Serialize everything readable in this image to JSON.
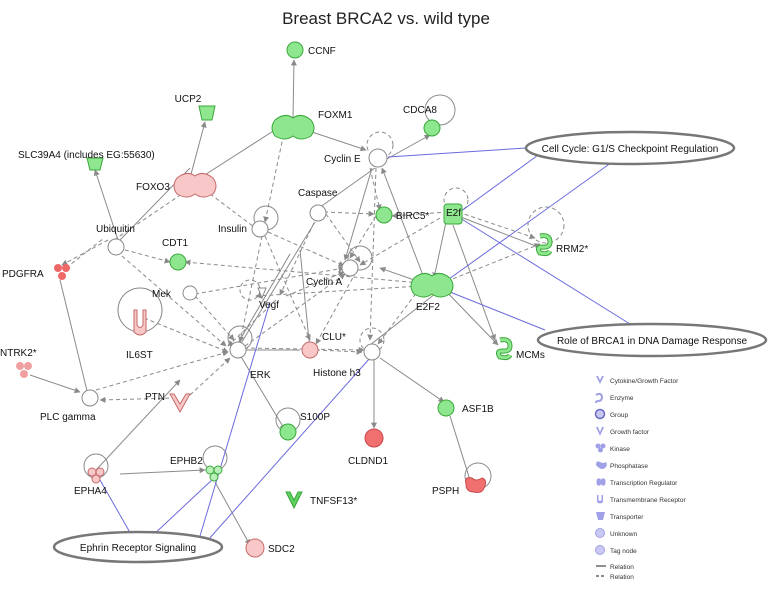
{
  "title": "Breast BRCA2 vs. wild type",
  "colors": {
    "up": "#f0a0a0",
    "up_stroke": "#c86a6a",
    "up_strong": "#f06868",
    "down": "#8ee68e",
    "down_stroke": "#3aa83a",
    "neutral": "#ffffff",
    "neutral_stroke": "#888888",
    "edge": "#8a8a8a",
    "pathway_edge": "#6a6ae0",
    "legend_icon": "#a0a0e8"
  },
  "nodes": {
    "ccnf": "CCNF",
    "foxm1": "FOXM1",
    "ucp2": "UCP2",
    "cdca8": "CDCA8",
    "slc39a4": "SLC39A4 (includes EG:55630)",
    "cycline": "Cyclin E",
    "foxo3": "FOXO3",
    "caspase": "Caspase",
    "birc5": "BIRC5*",
    "e2f": "E2f",
    "ubiquitin": "Ubiquitin",
    "insulin": "Insulin",
    "cdt1": "CDT1",
    "rrm2": "RRM2*",
    "pdgfra": "PDGFRA",
    "cyclina": "Cyclin A",
    "mek": "Mek",
    "vegf": "Vegf",
    "e2f2": "E2F2",
    "il6st": "IL6ST",
    "clu": "CLU*",
    "ntrk2": "NTRK2*",
    "erk": "ERK",
    "histoneh3": "Histone h3",
    "mcm": "MCMs",
    "ptn": "PTN",
    "plcgamma": "PLC gamma",
    "s100p": "S100P",
    "asf1b": "ASF1B",
    "cldnd1": "CLDND1",
    "epha4": "EPHA4",
    "ephb2": "EPHB2",
    "psph": "PSPH",
    "tnfsf13": "TNFSF13*",
    "sdc2": "SDC2"
  },
  "pathways": {
    "cellcycle": "Cell Cycle: G1/S Checkpoint Regulation",
    "brca1": "Role of BRCA1 in DNA Damage Response",
    "ephrin": "Ephrin Receptor Signaling"
  },
  "legend": [
    {
      "icon": "cytokine-icon",
      "label": "Cytokine/Growth Factor"
    },
    {
      "icon": "enzyme-icon",
      "label": "Enzyme"
    },
    {
      "icon": "group-icon",
      "label": "Group"
    },
    {
      "icon": "growth-factor-icon",
      "label": "Growth factor"
    },
    {
      "icon": "kinase-icon",
      "label": "Kinase"
    },
    {
      "icon": "phosphatase-icon",
      "label": "Phosphatase"
    },
    {
      "icon": "transcription-regulator-icon",
      "label": "Transcription Regulator"
    },
    {
      "icon": "transmembrane-receptor-icon",
      "label": "Transmembrane Receptor"
    },
    {
      "icon": "transporter-icon",
      "label": "Transporter"
    },
    {
      "icon": "unknown-icon",
      "label": "Unknown"
    },
    {
      "icon": "tag-node-icon",
      "label": "Tag node"
    },
    {
      "icon": "solid-relation-icon",
      "label": "Relation"
    },
    {
      "icon": "dashed-relation-icon",
      "label": "Relation"
    }
  ]
}
